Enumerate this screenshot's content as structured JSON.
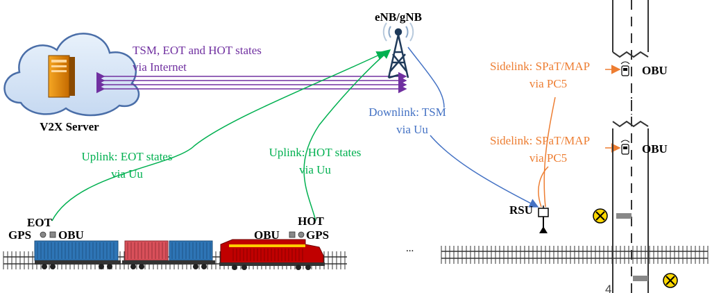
{
  "labels": {
    "base_station": "eNB/gNB",
    "server": "V2X Server",
    "internet_line1": "TSM, EOT and HOT states",
    "internet_line2": "via Internet",
    "downlink_line1": "Downlink: TSM",
    "downlink_line2": "via Uu",
    "uplink_eot_line1": "Uplink: EOT states",
    "uplink_eot_line2": "via Uu",
    "uplink_hot_line1": "Uplink: HOT states",
    "uplink_hot_line2": "via Uu",
    "sidelink1_line1": "Sidelink: SPaT/MAP",
    "sidelink1_line2": "via PC5",
    "sidelink2_line1": "Sidelink: SPaT/MAP",
    "sidelink2_line2": "via PC5",
    "obu_vehicle_1": "OBU",
    "obu_vehicle_2": "OBU",
    "rsu": "RSU",
    "eot": "EOT",
    "gps_eot": "GPS",
    "obu_eot": "OBU",
    "hot": "HOT",
    "obu_hot": "OBU",
    "gps_hot": "GPS",
    "ellipsis": "...",
    "road_marker": "4"
  },
  "colors": {
    "internet": "#7030a0",
    "uplink": "#00b050",
    "downlink": "#4472c4",
    "sidelink": "#ed7d31",
    "container_blue": "#2e75b6",
    "container_red": "#d9505a",
    "locomotive": "#c00000"
  }
}
